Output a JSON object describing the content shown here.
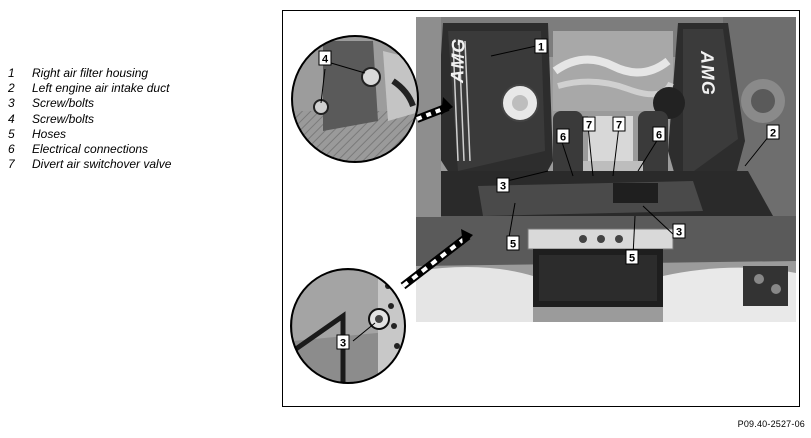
{
  "legend": {
    "items": [
      {
        "num": "1",
        "text": "Right air filter housing"
      },
      {
        "num": "2",
        "text": "Left engine air intake duct"
      },
      {
        "num": "3",
        "text": "Screw/bolts"
      },
      {
        "num": "4",
        "text": "Screw/bolts"
      },
      {
        "num": "5",
        "text": "Hoses"
      },
      {
        "num": "6",
        "text": "Electrical connections"
      },
      {
        "num": "7",
        "text": "Divert air switchover valve"
      }
    ]
  },
  "figure": {
    "code": "P09.40-2527-06",
    "engine_logo": "AMG",
    "callouts": {
      "c1": "1",
      "c2": "2",
      "c3a": "3",
      "c3b": "3",
      "c3c": "3",
      "c4": "4",
      "c5a": "5",
      "c5b": "5",
      "c6a": "6",
      "c6b": "6",
      "c7a": "7",
      "c7b": "7"
    }
  }
}
